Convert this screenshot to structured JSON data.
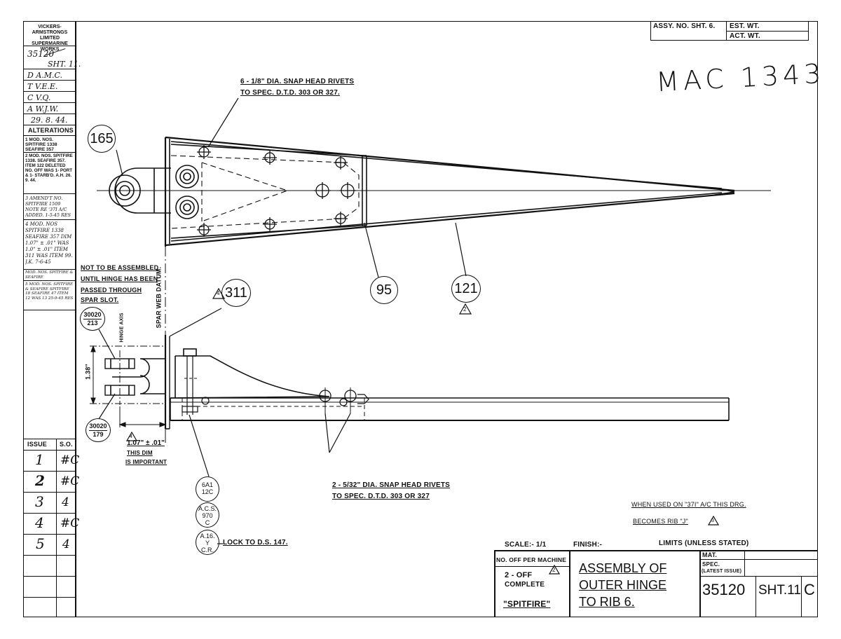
{
  "sidebar": {
    "company": [
      "VICKERS-ARMSTRONGS",
      "LIMITED",
      "SUPERMARINE WORKS"
    ],
    "drawing_no": "35120",
    "sheet": "SHT. 11.",
    "approvals": [
      "D A.M.C.",
      "T V.E.E.",
      "C V.Q.",
      "A W.J.W."
    ],
    "date": "29. 8. 44.",
    "alterations_heading": "ALTERATIONS",
    "alterations": [
      "1 MOD. NOS. SPITFIRE 1338 SEAFIRE 357",
      "2 MOD. NOS. SPITFIRE 1338. SEAFIRE 357. ITEM 122 DELETED NO. OFF WAS 1- PORT & 1- STARB'D. A.H. 26. 9. 44.",
      "3 AMEND'T NO. SPITFIRE 1509 NOTE RE '37I A/C ADDED. 1-5-45 RES",
      "4 MOD. NOS SPITFIRE 1338 SEAFIRE 357 DIM 1.07\" ± .01\" WAS 1.0\" ± .01\" ITEM 311 WAS ITEM 99. J.K. 7-6-45",
      "MOD. NOS. SPITFIRE & SEAFIRE",
      "5 MOD. NOS. SPITFIRE & SEAFIRE SPITFIRE 18 SEAFIRE 47 ITEM 12 WAS 13 25-9-45 RES"
    ],
    "issue_header": [
      "ISSUE",
      "S.O."
    ],
    "issues": [
      {
        "issue": "1",
        "so": "#C"
      },
      {
        "issue": "2",
        "so": "#C"
      },
      {
        "issue": "3",
        "so": "4"
      },
      {
        "issue": "4",
        "so": "#C"
      },
      {
        "issue": "5",
        "so": "4"
      }
    ]
  },
  "header": {
    "assy_no": "ASSY. NO. SHT. 6.",
    "est_wt": "EST. WT.",
    "act_wt": "ACT. WT.",
    "handwritten_ref": "MAC 1343"
  },
  "notes": {
    "rivets_top": [
      "6 - 1/8\" DIA. SNAP HEAD RIVETS",
      "TO SPEC. D.T.D. 303 OR 327."
    ],
    "assembly_note": [
      "NOT TO BE ASSEMBLED",
      "UNTIL HINGE HAS BEEN",
      "PASSED THROUGH",
      "SPAR SLOT."
    ],
    "spar_datum": "SPAR WEB DATUM.",
    "hinge_axis": "HINGE AXIS",
    "dim_vertical": "1.38\"",
    "dim_value": "1.07\" ± .01\"",
    "dim_note": [
      "THIS DIM",
      "IS IMPORTANT"
    ],
    "rivets_bottom": [
      "2 - 5/32\" DIA. SNAP HEAD RIVETS",
      "TO SPEC. D.T.D. 303 OR 327"
    ],
    "lock_note": "LOCK TO D.S. 147.",
    "used_on_note": [
      "WHEN USED ON \"37I\" A/C THIS DRG.",
      "BECOMES RIB \"J\""
    ]
  },
  "items": {
    "i165": "165",
    "i311": "311",
    "i95": "95",
    "i121": "121",
    "p30020_213": [
      "30020",
      "213"
    ],
    "p30020_179": [
      "30020",
      "179"
    ],
    "p6a1": [
      "6A1",
      "12C"
    ],
    "pacs": [
      "A.C.S.",
      "970",
      "C"
    ],
    "pa16": [
      "A.16.",
      "Y",
      "C.R."
    ],
    "rev4": "4",
    "rev2": "2",
    "rev2b": "2",
    "rev4b": "4",
    "rev3": "3"
  },
  "title_block": {
    "scale": "SCALE:- 1/1",
    "finish": "FINISH:-",
    "limits": "LIMITS (UNLESS STATED)",
    "no_off_label": "NO. OFF PER MACHINE",
    "no_off_value": [
      "2 - OFF",
      "COMPLETE"
    ],
    "aircraft": "\"SPITFIRE\"",
    "title": [
      "ASSEMBLY OF",
      "OUTER HINGE",
      "TO RIB 6."
    ],
    "mat": "MAT.",
    "spec": [
      "SPEC.",
      "(LATEST ISSUE)"
    ],
    "drawing_no": "35120",
    "sheet": "SHT.11",
    "issue": "C"
  }
}
